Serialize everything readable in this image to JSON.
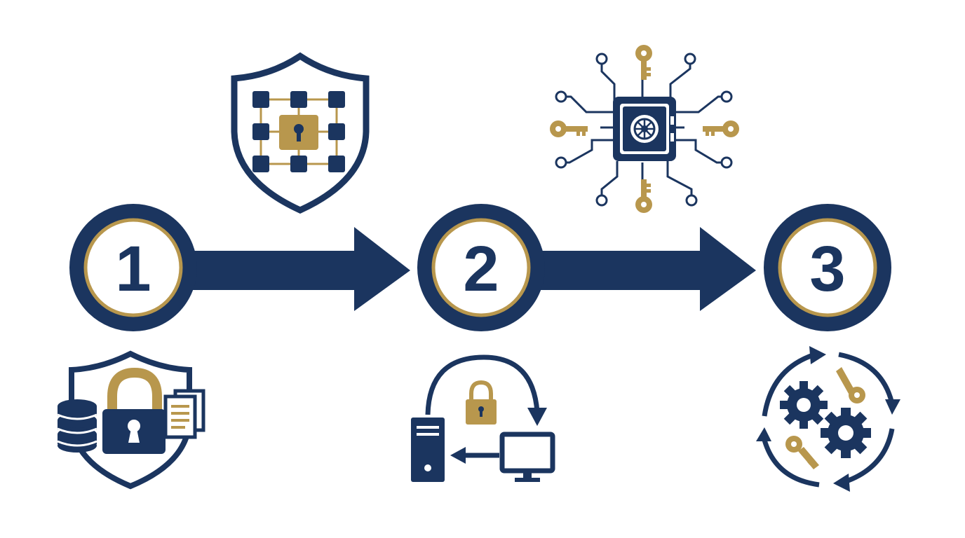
{
  "colors": {
    "navy": "#1b355f",
    "gold": "#b8974d",
    "background": "#ffffff"
  },
  "steps": [
    {
      "number": "1",
      "icons": [
        "shield-grid-lock-icon",
        "database-lock-documents-icon"
      ]
    },
    {
      "number": "2",
      "icons": [
        "secure-transfer-icon"
      ]
    },
    {
      "number": "3",
      "icons": [
        "circuit-safe-keys-icon",
        "key-rotation-gears-icon"
      ]
    }
  ],
  "connectors": [
    "arrow-1-to-2",
    "arrow-2-to-3"
  ]
}
